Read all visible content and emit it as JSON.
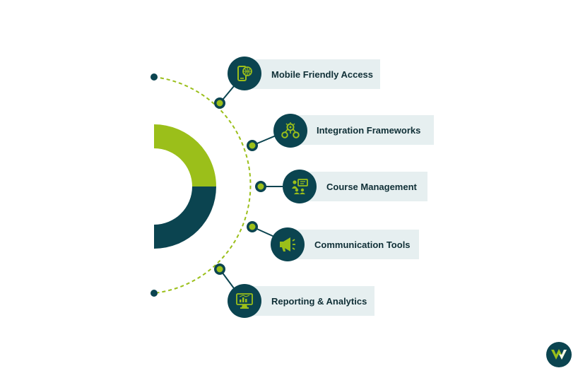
{
  "colors": {
    "accent": "#9bbf1a",
    "dark": "#0b4450",
    "label_bg": "#e6eff0",
    "text": "#0f2f36"
  },
  "items": [
    {
      "label": "Mobile Friendly Access",
      "icon": "mobile-globe-icon"
    },
    {
      "label": "Integration Frameworks",
      "icon": "integration-gears-icon"
    },
    {
      "label": "Course Management",
      "icon": "classroom-presentation-icon"
    },
    {
      "label": "Communication Tools",
      "icon": "megaphone-icon"
    },
    {
      "label": "Reporting & Analytics",
      "icon": "analytics-monitor-icon"
    }
  ],
  "logo": {
    "icon": "brand-logo-icon"
  }
}
